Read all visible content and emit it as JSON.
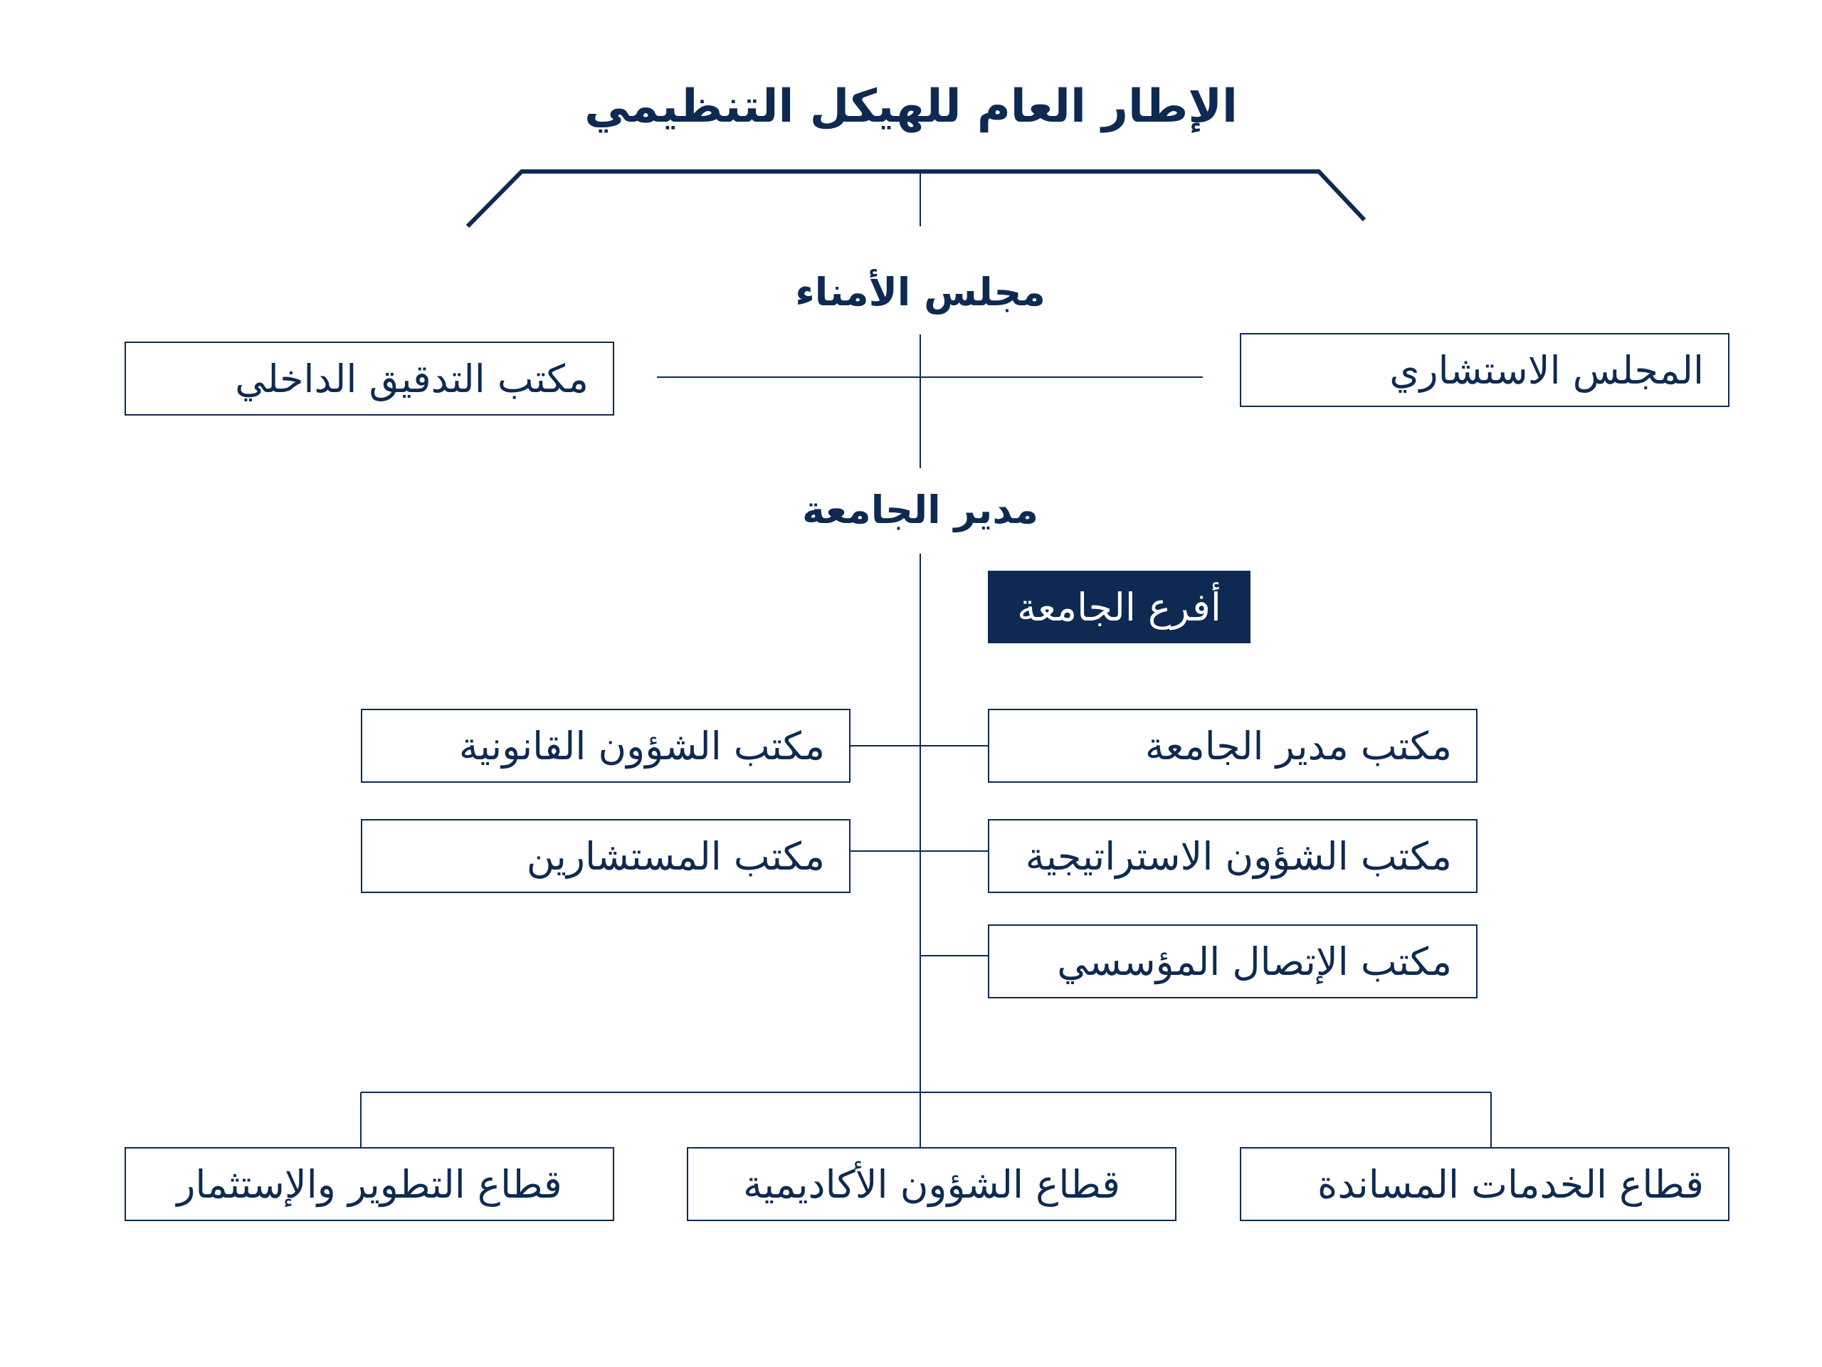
{
  "chart_title": "الإطار العام للهيكل التنظيمي",
  "colors": {
    "primary": "#0e2a52",
    "line": "#0e2a52",
    "background": "#ffffff",
    "filled_box_text": "#ffffff"
  },
  "board": {
    "label": "مجلس الأمناء"
  },
  "president": {
    "label": "مدير الجامعة"
  },
  "side_units": {
    "advisory_council": "المجلس الاستشاري",
    "internal_audit": "مكتب التدقيق الداخلي"
  },
  "university_branches": {
    "label": "أفرع الجامعة"
  },
  "offices": {
    "right": [
      "مكتب مدير الجامعة",
      "مكتب الشؤون الاستراتيجية",
      "مكتب الإتصال المؤسسي"
    ],
    "left": [
      "مكتب الشؤون القانونية",
      "مكتب المستشارين"
    ]
  },
  "sectors": [
    "قطاع الخدمات المساندة",
    "قطاع الشؤون الأكاديمية",
    "قطاع التطوير والإستثمار"
  ]
}
